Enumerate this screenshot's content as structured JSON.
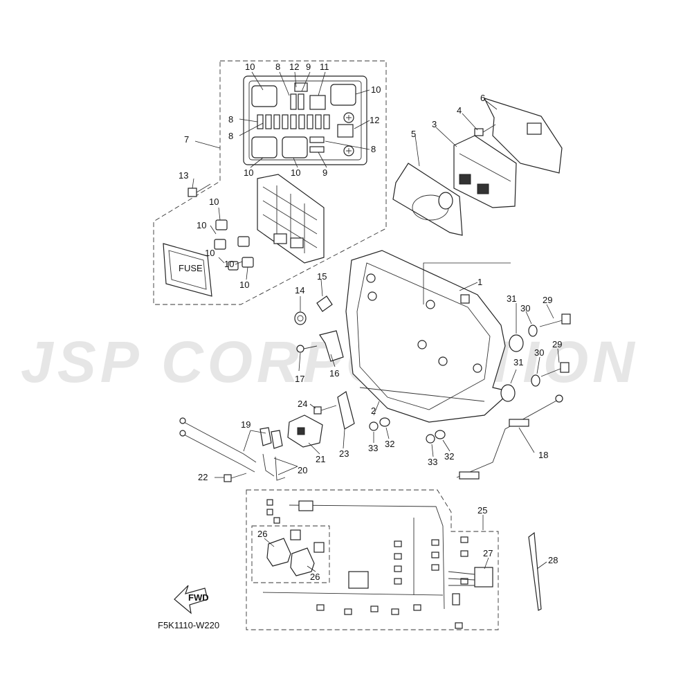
{
  "watermark": "JSP CORPORATION",
  "diagram_code": "F5K1110-W220",
  "fwd_label": "FWD",
  "fuse_label": "FUSE",
  "callouts": {
    "c1": "1",
    "c2": "2",
    "c3": "3",
    "c4": "4",
    "c5": "5",
    "c6": "6",
    "c7": "7",
    "c8a": "8",
    "c8b": "8",
    "c8c": "8",
    "c8d": "8",
    "c9a": "9",
    "c9b": "9",
    "c10a": "10",
    "c10b": "10",
    "c10c": "10",
    "c10d": "10",
    "c10e": "10",
    "c10f": "10",
    "c10g": "10",
    "c10h": "10",
    "c10i": "10",
    "c11": "11",
    "c12a": "12",
    "c12b": "12",
    "c13": "13",
    "c14": "14",
    "c15": "15",
    "c16": "16",
    "c17": "17",
    "c18": "18",
    "c19": "19",
    "c20": "20",
    "c21": "21",
    "c22": "22",
    "c23": "23",
    "c24": "24",
    "c25": "25",
    "c26a": "26",
    "c26b": "26",
    "c27": "27",
    "c28": "28",
    "c29a": "29",
    "c29b": "29",
    "c30a": "30",
    "c30b": "30",
    "c31a": "31",
    "c31b": "31",
    "c32a": "32",
    "c32b": "32",
    "c33a": "33",
    "c33b": "33"
  }
}
